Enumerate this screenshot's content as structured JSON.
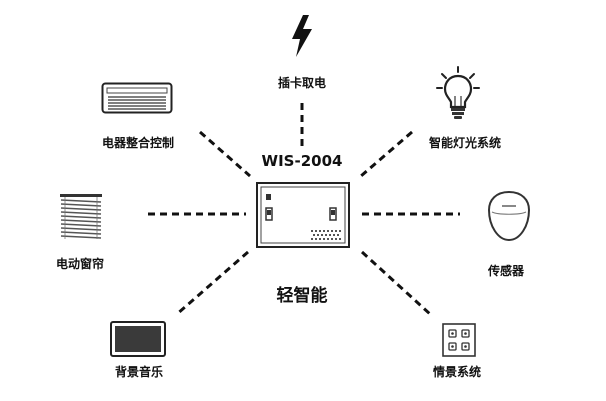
{
  "diagram": {
    "center": {
      "model": "WIS-2004",
      "label": "轻智能"
    },
    "nodes": [
      {
        "id": "card",
        "label": "插卡取电",
        "icon": "lightning-bolt-icon"
      },
      {
        "id": "appliance",
        "label": "电器整合控制",
        "icon": "air-conditioner-icon"
      },
      {
        "id": "lighting",
        "label": "智能灯光系统",
        "icon": "light-bulb-icon"
      },
      {
        "id": "curtain",
        "label": "电动窗帘",
        "icon": "window-blind-icon"
      },
      {
        "id": "sensor",
        "label": "传感器",
        "icon": "sensor-icon"
      },
      {
        "id": "music",
        "label": "背景音乐",
        "icon": "display-screen-icon"
      },
      {
        "id": "scene",
        "label": "情景系统",
        "icon": "scene-panel-icon"
      }
    ],
    "colors": {
      "line": "#111111",
      "ink": "#222222"
    }
  }
}
